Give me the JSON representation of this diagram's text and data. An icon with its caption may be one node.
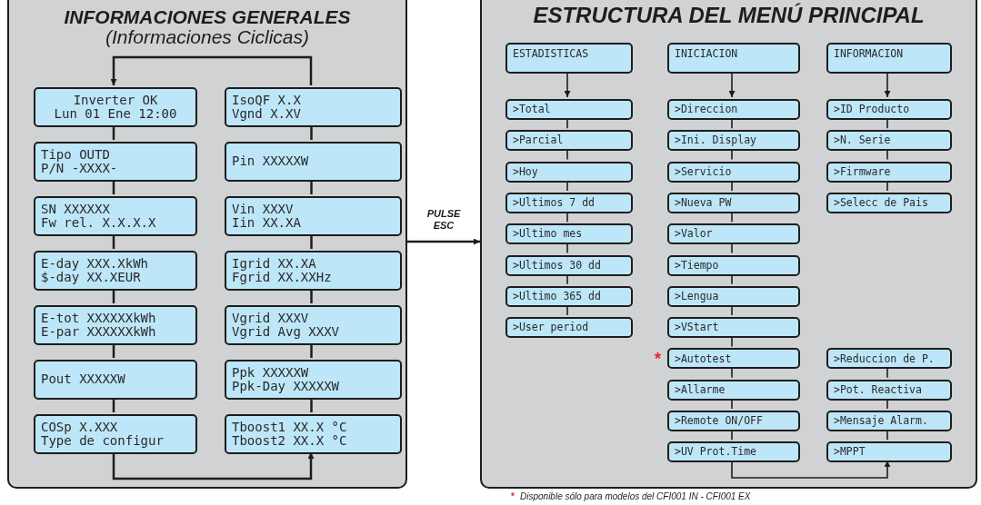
{
  "diagram": {
    "nodes": [
      {
        "text": [
          "INFORMACIONES GENERALES",
          "(Informaciones Ciclicas)"
        ]
      },
      {
        "text": [
          "Inverter OK",
          "Lun 01 Ene 12:00"
        ],
        "in": 0
      },
      {
        "text": [
          "Tipo OUTD",
          "P/N -XXXX-"
        ],
        "in": 0
      },
      {
        "text": [
          "SN XXXXXX",
          "Fw rel. X.X.X.X"
        ],
        "in": 0
      },
      {
        "text": [
          "E-day XXX.XkWh",
          "$-day XX.XEUR"
        ],
        "in": 0
      },
      {
        "text": [
          "E-tot XXXXXXkWh",
          "E-par XXXXXXkWh"
        ],
        "in": 0
      },
      {
        "text": [
          "Pout XXXXXW"
        ],
        "in": 0
      },
      {
        "text": [
          "COSp X.XXX",
          "Type de configur"
        ],
        "in": 0
      },
      {
        "text": [
          "IsoQF X.X",
          "Vgnd X.XV"
        ],
        "in": 0
      },
      {
        "text": [
          "Pin XXXXXW"
        ],
        "in": 0
      },
      {
        "text": [
          "Vin XXXV",
          "Iin XX.XA"
        ],
        "in": 0
      },
      {
        "text": [
          "Igrid XX.XA",
          "Fgrid XX.XXHz"
        ],
        "in": 0
      },
      {
        "text": [
          "Vgrid XXXV",
          "Vgrid Avg XXXV"
        ],
        "in": 0
      },
      {
        "text": [
          "Ppk XXXXXW",
          "Ppk-Day XXXXXW"
        ],
        "in": 0
      },
      {
        "text": [
          "Tboost1 XX.X °C",
          "Tboost2 XX.X °C"
        ],
        "in": 0
      },
      {
        "text": [
          "ESTRUCTURA DEL MENÚ PRINCIPAL"
        ]
      },
      {
        "text": [
          "ESTADISTICAS"
        ],
        "in": 15
      },
      {
        "text": [
          ">Total"
        ],
        "in": 15
      },
      {
        "text": [
          ">Parcial"
        ],
        "in": 15
      },
      {
        "text": [
          ">Hoy"
        ],
        "in": 15
      },
      {
        "text": [
          ">Ultimos 7 dd"
        ],
        "in": 15
      },
      {
        "text": [
          ">Ultimo mes"
        ],
        "in": 15
      },
      {
        "text": [
          ">Ultimos 30 dd"
        ],
        "in": 15
      },
      {
        "text": [
          ">Ultimo 365 dd"
        ],
        "in": 15
      },
      {
        "text": [
          ">User period"
        ],
        "in": 15
      },
      {
        "text": [
          "INICIACION"
        ],
        "in": 15
      },
      {
        "text": [
          ">Direccion"
        ],
        "in": 15
      },
      {
        "text": [
          ">Ini. Display"
        ],
        "in": 15
      },
      {
        "text": [
          ">Servicio"
        ],
        "in": 15
      },
      {
        "text": [
          ">Nueva PW"
        ],
        "in": 15
      },
      {
        "text": [
          ">Valor"
        ],
        "in": 15
      },
      {
        "text": [
          ">Tiempo"
        ],
        "in": 15
      },
      {
        "text": [
          ">Lengua"
        ],
        "in": 15
      },
      {
        "text": [
          ">VStart"
        ],
        "in": 15
      },
      {
        "text": [
          ">Autotest"
        ],
        "in": 15,
        "beside": [
          "*"
        ]
      },
      {
        "text": [
          ">Allarme"
        ],
        "in": 15
      },
      {
        "text": [
          ">Remote ON/OFF"
        ],
        "in": 15
      },
      {
        "text": [
          ">UV Prot.Time"
        ],
        "in": 15
      },
      {
        "text": [
          "INFORMACION"
        ],
        "in": 15
      },
      {
        "text": [
          ">ID Producto"
        ],
        "in": 15
      },
      {
        "text": [
          ">N. Serie"
        ],
        "in": 15
      },
      {
        "text": [
          ">Firmware"
        ],
        "in": 15
      },
      {
        "text": [
          ">Selecc de Pais"
        ],
        "in": 15
      },
      {
        "text": [
          ">Reduccion de P."
        ],
        "in": 15
      },
      {
        "text": [
          ">Pot. Reactiva"
        ],
        "in": 15
      },
      {
        "text": [
          ">Mensaje Alarm."
        ],
        "in": 15
      },
      {
        "text": [
          ">MPPT"
        ],
        "in": 15
      }
    ],
    "edges": [
      {
        "from": 1,
        "to": 2,
        "arrow": "none"
      },
      {
        "from": 2,
        "to": 3,
        "arrow": "none"
      },
      {
        "from": 3,
        "to": 4,
        "arrow": "none"
      },
      {
        "from": 4,
        "to": 5,
        "arrow": "none"
      },
      {
        "from": 5,
        "to": 6,
        "arrow": "none"
      },
      {
        "from": 6,
        "to": 7,
        "arrow": "none"
      },
      {
        "from": 7,
        "to": 14,
        "arrow": "to"
      },
      {
        "from": 14,
        "to": 13,
        "arrow": "none"
      },
      {
        "from": 13,
        "to": 12,
        "arrow": "none"
      },
      {
        "from": 12,
        "to": 11,
        "arrow": "none"
      },
      {
        "from": 11,
        "to": 10,
        "arrow": "none"
      },
      {
        "from": 10,
        "to": 9,
        "arrow": "none"
      },
      {
        "from": 9,
        "to": 8,
        "arrow": "none"
      },
      {
        "from": 8,
        "to": 1,
        "arrow": "to"
      },
      {
        "from": 0,
        "to": 15,
        "arrow": "to",
        "label": "PULSE ESC"
      },
      {
        "from": 16,
        "to": 17,
        "arrow": "to"
      },
      {
        "from": 17,
        "to": 18,
        "arrow": "none"
      },
      {
        "from": 18,
        "to": 19,
        "arrow": "none"
      },
      {
        "from": 19,
        "to": 20,
        "arrow": "none"
      },
      {
        "from": 20,
        "to": 21,
        "arrow": "none"
      },
      {
        "from": 21,
        "to": 22,
        "arrow": "none"
      },
      {
        "from": 22,
        "to": 23,
        "arrow": "none"
      },
      {
        "from": 23,
        "to": 24,
        "arrow": "none"
      },
      {
        "from": 25,
        "to": 26,
        "arrow": "to"
      },
      {
        "from": 26,
        "to": 27,
        "arrow": "none"
      },
      {
        "from": 27,
        "to": 28,
        "arrow": "none"
      },
      {
        "from": 28,
        "to": 29,
        "arrow": "none"
      },
      {
        "from": 29,
        "to": 30,
        "arrow": "none"
      },
      {
        "from": 30,
        "to": 31,
        "arrow": "none"
      },
      {
        "from": 31,
        "to": 32,
        "arrow": "none"
      },
      {
        "from": 32,
        "to": 33,
        "arrow": "none"
      },
      {
        "from": 33,
        "to": 34,
        "arrow": "none"
      },
      {
        "from": 34,
        "to": 35,
        "arrow": "none"
      },
      {
        "from": 35,
        "to": 36,
        "arrow": "none"
      },
      {
        "from": 36,
        "to": 37,
        "arrow": "none"
      },
      {
        "from": 38,
        "to": 39,
        "arrow": "to"
      },
      {
        "from": 39,
        "to": 40,
        "arrow": "none"
      },
      {
        "from": 40,
        "to": 41,
        "arrow": "none"
      },
      {
        "from": 41,
        "to": 42,
        "arrow": "none"
      },
      {
        "from": 43,
        "to": 44,
        "arrow": "none"
      },
      {
        "from": 44,
        "to": 45,
        "arrow": "none"
      },
      {
        "from": 45,
        "to": 46,
        "arrow": "none"
      },
      {
        "from": 37,
        "to": 46,
        "arrow": "to"
      }
    ],
    "labels": [
      "*",
      "Disponible sólo para modelos del CFI001 IN - CFI001 EX"
    ]
  }
}
